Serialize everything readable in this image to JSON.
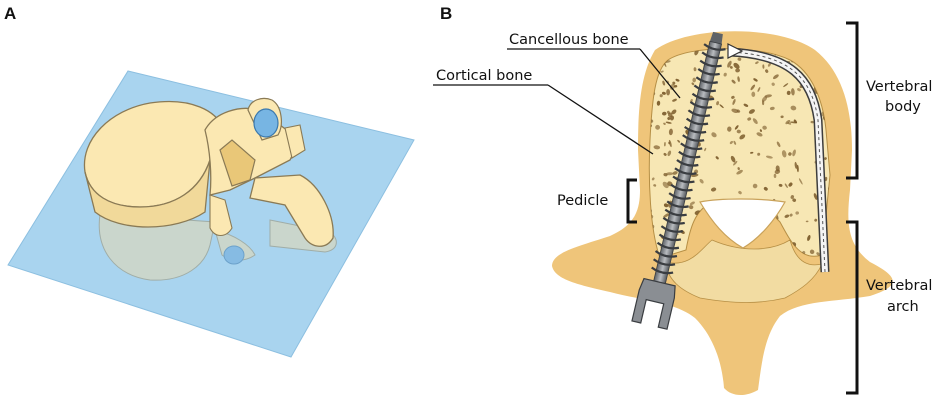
{
  "panels": {
    "a": {
      "letter": "A"
    },
    "b": {
      "letter": "B"
    }
  },
  "labels": {
    "cancellous_bone": "Cancellous bone",
    "cortical_bone": "Cortical bone",
    "pedicle": "Pedicle",
    "vertebral_body_line1": "Vertebral",
    "vertebral_body_line2": "body",
    "vertebral_arch_line1": "Vertebral",
    "vertebral_arch_line2": "arch"
  },
  "colors": {
    "cortical": "#efc57a",
    "cancellous": "#f7e7b4",
    "pores": "#7a5a2a",
    "plane": "#a9d4ef",
    "screw": "#7b7f84",
    "bone_a": "#fbe8b2"
  }
}
